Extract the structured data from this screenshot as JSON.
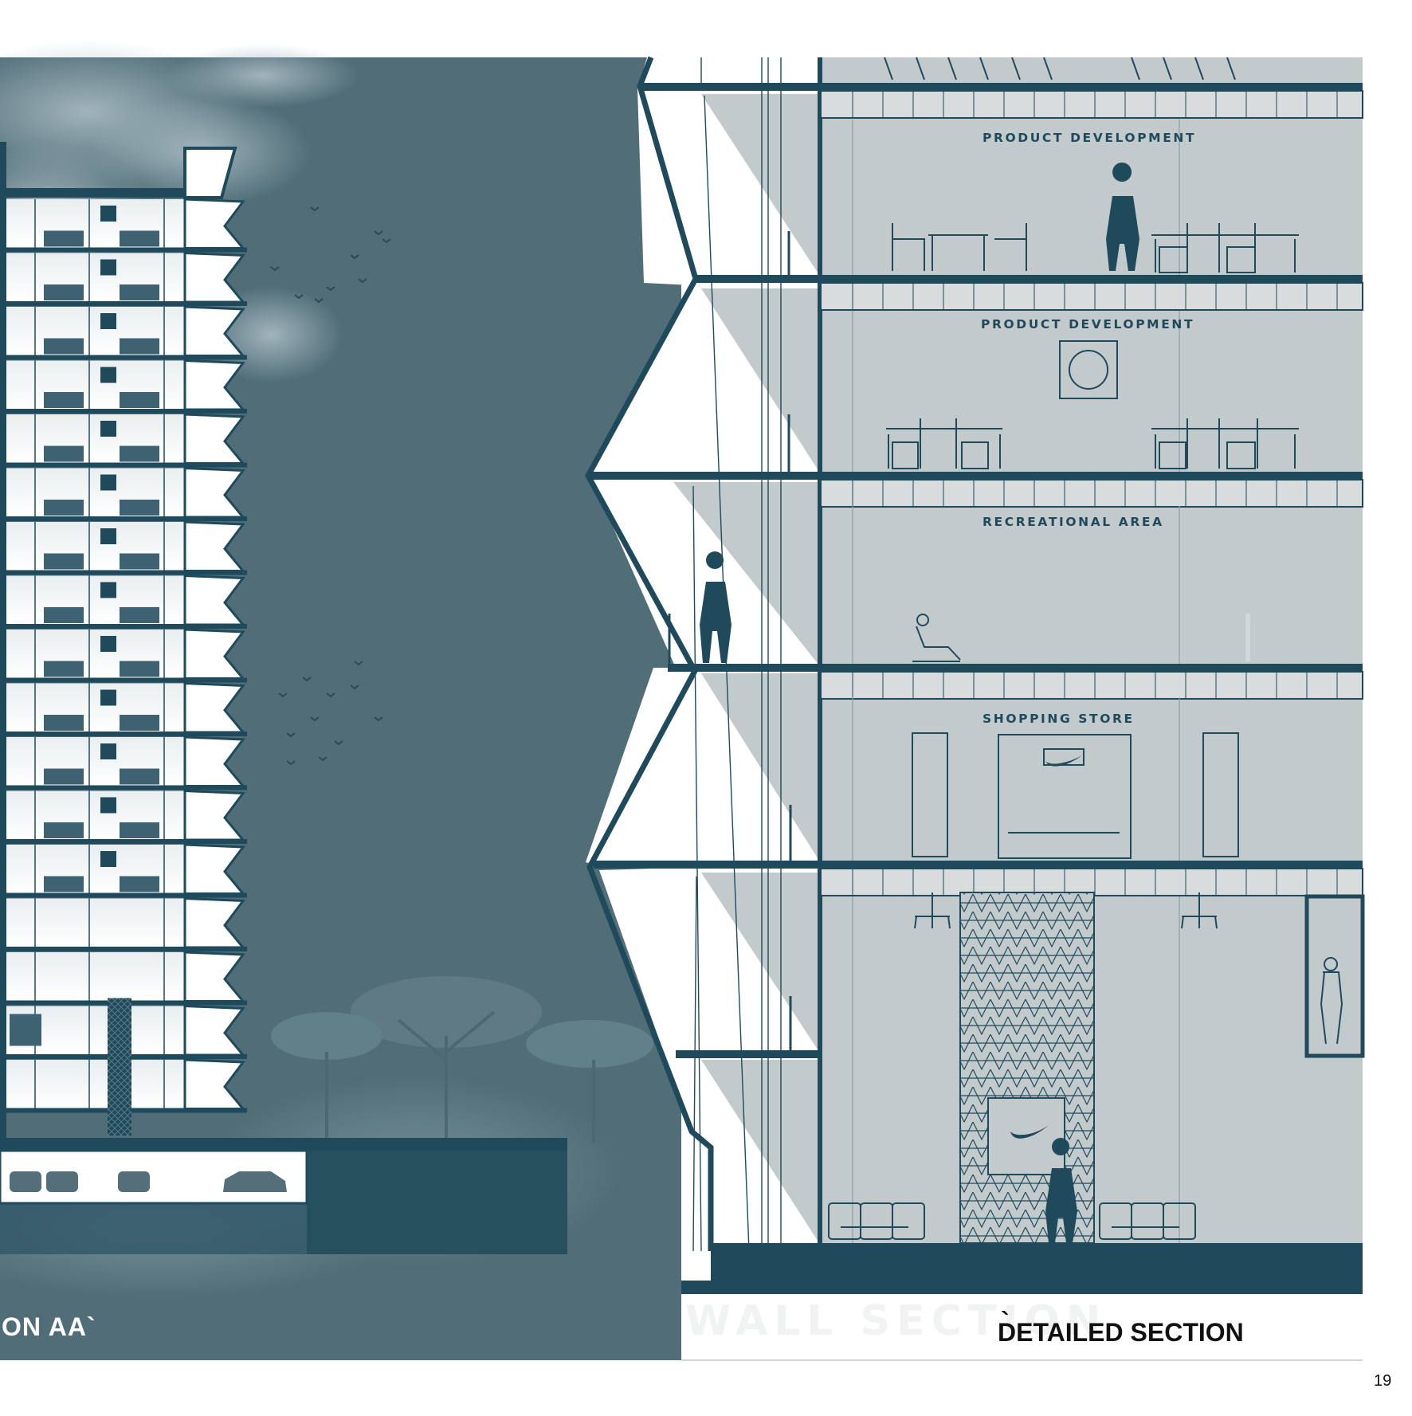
{
  "section_title": "ON AA`",
  "wall_section_ghost": "WALL SECTION",
  "tick_mark": "`",
  "detailed_title": "DETAILED SECTION",
  "page_number": "19",
  "labels": {
    "floor1": "PRODUCT DEVELOPMENT",
    "floor2": "PRODUCT DEVELOPMENT",
    "floor3": "RECREATIONAL AREA",
    "floor4": "SHOPPING STORE"
  },
  "colors": {
    "sky": "#516e78",
    "sky_light": "#6c8791",
    "structure": "#1f4a5c",
    "interior_light": "#ffffff",
    "detail_bg": "#c3cacc",
    "ground_dark": "#1f4a5c"
  }
}
